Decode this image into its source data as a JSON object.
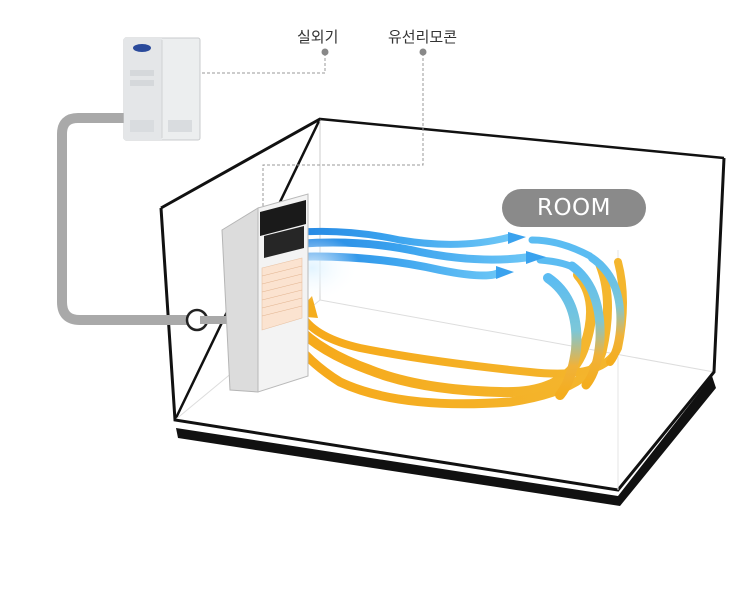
{
  "labels": {
    "outdoor_unit": "실외기",
    "wired_remote": "유선리모콘",
    "room": "ROOM"
  },
  "colors": {
    "cool_air": "#44aeea",
    "warm_air": "#f4ad1e",
    "pipe": "#a9a9a9",
    "room_outline": "#111111",
    "room_badge": "#8a8a8a"
  },
  "icons": [
    "outdoor-unit-icon",
    "indoor-unit-icon",
    "refrigerant-pipe-icon"
  ]
}
